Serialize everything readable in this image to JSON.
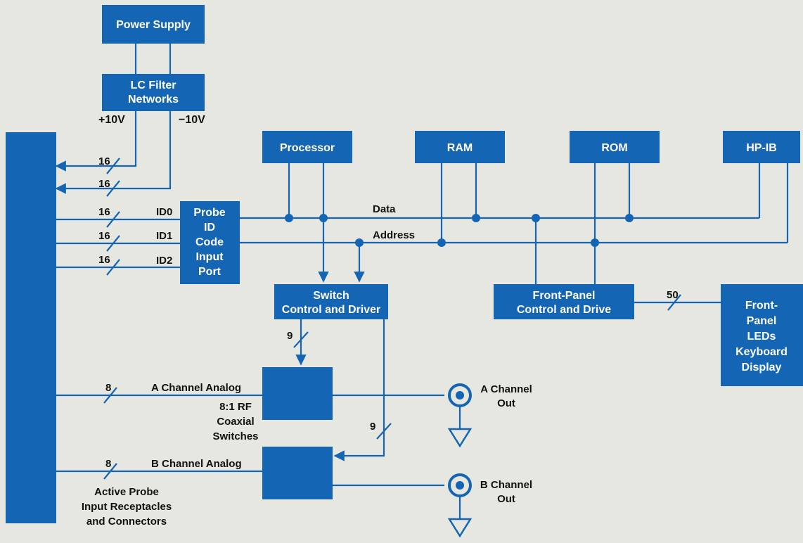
{
  "blocks": {
    "power_supply": "Power Supply",
    "lc_filter": [
      "LC Filter",
      "Networks"
    ],
    "processor": "Processor",
    "ram": "RAM",
    "rom": "ROM",
    "hpib": "HP-IB",
    "probe_id": [
      "Probe",
      "ID",
      "Code",
      "Input",
      "Port"
    ],
    "switch_control": [
      "Switch",
      "Control and Driver"
    ],
    "front_panel_control": [
      "Front-Panel",
      "Control and Drive"
    ],
    "front_panel_leds": [
      "Front-",
      "Panel",
      "LEDs",
      "Keyboard",
      "Display"
    ]
  },
  "labels": {
    "plus_10v": "+10V",
    "minus_10v": "−10V",
    "bus_16": "16",
    "bus_9": "9",
    "bus_8": "8",
    "bus_50": "50",
    "id0": "ID0",
    "id1": "ID1",
    "id2": "ID2",
    "data": "Data",
    "address": "Address",
    "a_channel_analog": "A Channel Analog",
    "b_channel_analog": "B Channel Analog",
    "rf_switches": [
      "8:1 RF",
      "Coaxial",
      "Switches"
    ],
    "a_channel_out": [
      "A Channel",
      "Out"
    ],
    "b_channel_out": [
      "B Channel",
      "Out"
    ],
    "receptacles": [
      "Active Probe",
      "Input Receptacles",
      "and Connectors"
    ]
  },
  "colors": {
    "block": "#1565b5",
    "background": "#e7e7e1",
    "text": "#111111"
  }
}
